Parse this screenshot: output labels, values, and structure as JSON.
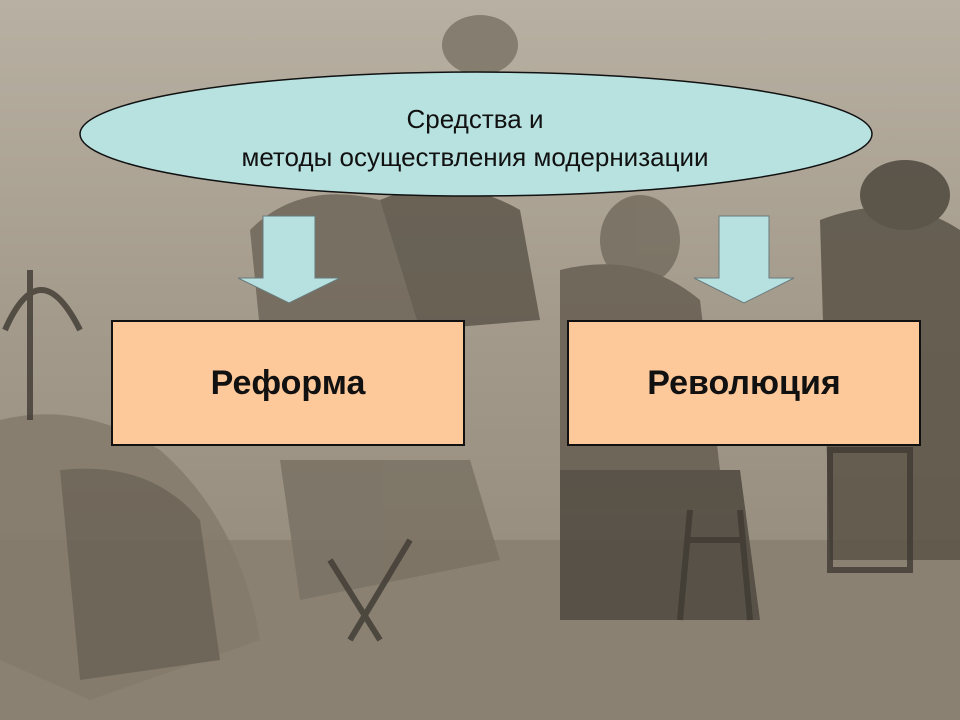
{
  "diagram": {
    "title_line1": "Средства и",
    "title_line2": "методы осуществления модернизации",
    "left_box": "Реформа",
    "right_box": "Революция"
  },
  "colors": {
    "ellipse_fill": "#b8e2e0",
    "box_fill": "#fdc89a",
    "arrow_fill": "#b7e0e0",
    "photo_tone": "#9e9485"
  },
  "background": {
    "description_icon": "historical-photo-background"
  }
}
